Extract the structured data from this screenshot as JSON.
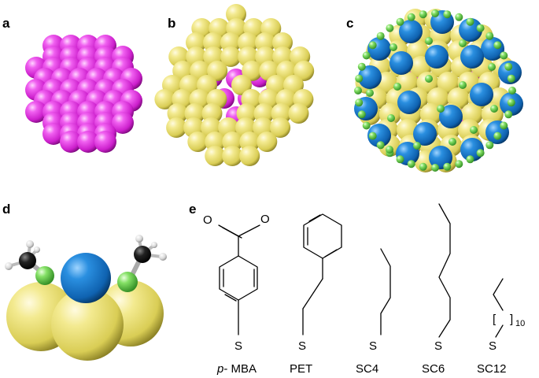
{
  "panels": {
    "a": "a",
    "b": "b",
    "c": "c",
    "d": "d",
    "e": "e"
  },
  "atoms": {
    "O1": "O",
    "O2": "O",
    "S_mba": "S",
    "S_pet": "S",
    "S_sc4": "S",
    "S_sc6": "S",
    "S_sc12": "S",
    "bracket_open": "[",
    "bracket_close": "]",
    "bracket_sub": "10"
  },
  "ligand_names": {
    "mba_prefix": "p",
    "mba_rest": "- MBA",
    "pet": "PET",
    "sc4": "SC4",
    "sc6": "SC6",
    "sc12": "SC12"
  },
  "colors": {
    "core_magenta": "#e632e6",
    "gold_yellow": "#ece27a",
    "ligand_blue": "#1a7ed0",
    "sulfur_green": "#7ed95f",
    "carbon_black": "#151515",
    "hydrogen_white": "#e8e8e8"
  }
}
